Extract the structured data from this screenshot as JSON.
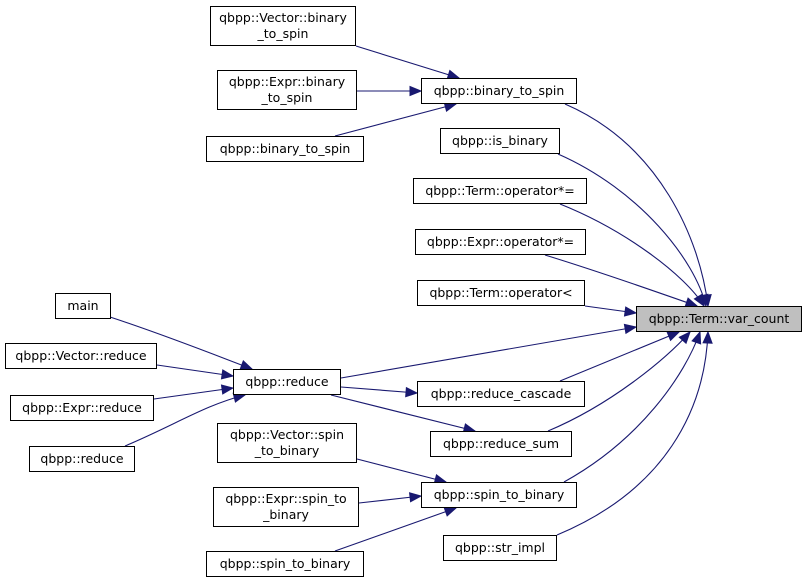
{
  "colors": {
    "edge": "#191970",
    "node_border": "#000000",
    "node_fill": "#ffffff",
    "focus_fill": "#bfbfbf"
  },
  "graph": {
    "focus": "qbpp::Term::var_count",
    "nodes": [
      {
        "id": "var_count",
        "label": "qbpp::Term::var_count",
        "focus": true
      },
      {
        "id": "b2s",
        "label": "qbpp::binary_to_spin"
      },
      {
        "id": "is_binary",
        "label": "qbpp::is_binary"
      },
      {
        "id": "term_mul",
        "label": "qbpp::Term::operator*="
      },
      {
        "id": "expr_mul",
        "label": "qbpp::Expr::operator*="
      },
      {
        "id": "term_lt",
        "label": "qbpp::Term::operator<"
      },
      {
        "id": "reduce",
        "label": "qbpp::reduce"
      },
      {
        "id": "reduce_cascade",
        "label": "qbpp::reduce_cascade"
      },
      {
        "id": "reduce_sum",
        "label": "qbpp::reduce_sum"
      },
      {
        "id": "s2b",
        "label": "qbpp::spin_to_binary"
      },
      {
        "id": "str_impl",
        "label": "qbpp::str_impl"
      },
      {
        "id": "vec_b2s",
        "label": "qbpp::Vector::binary\n_to_spin"
      },
      {
        "id": "expr_b2s",
        "label": "qbpp::Expr::binary\n_to_spin"
      },
      {
        "id": "b2s_free",
        "label": "qbpp::binary_to_spin"
      },
      {
        "id": "main",
        "label": "main"
      },
      {
        "id": "vec_reduce",
        "label": "qbpp::Vector::reduce"
      },
      {
        "id": "expr_reduce",
        "label": "qbpp::Expr::reduce"
      },
      {
        "id": "reduce_free",
        "label": "qbpp::reduce"
      },
      {
        "id": "vec_s2b",
        "label": "qbpp::Vector::spin\n_to_binary"
      },
      {
        "id": "expr_s2b",
        "label": "qbpp::Expr::spin_to\n_binary"
      },
      {
        "id": "s2b_free",
        "label": "qbpp::spin_to_binary"
      }
    ],
    "edges": [
      {
        "from": "b2s",
        "to": "var_count"
      },
      {
        "from": "is_binary",
        "to": "var_count"
      },
      {
        "from": "term_mul",
        "to": "var_count"
      },
      {
        "from": "expr_mul",
        "to": "var_count"
      },
      {
        "from": "term_lt",
        "to": "var_count"
      },
      {
        "from": "reduce",
        "to": "var_count"
      },
      {
        "from": "reduce_cascade",
        "to": "var_count"
      },
      {
        "from": "reduce_sum",
        "to": "var_count"
      },
      {
        "from": "s2b",
        "to": "var_count"
      },
      {
        "from": "str_impl",
        "to": "var_count"
      },
      {
        "from": "vec_b2s",
        "to": "b2s"
      },
      {
        "from": "expr_b2s",
        "to": "b2s"
      },
      {
        "from": "b2s_free",
        "to": "b2s"
      },
      {
        "from": "main",
        "to": "reduce"
      },
      {
        "from": "vec_reduce",
        "to": "reduce"
      },
      {
        "from": "expr_reduce",
        "to": "reduce"
      },
      {
        "from": "reduce_free",
        "to": "reduce"
      },
      {
        "from": "reduce",
        "to": "reduce_cascade"
      },
      {
        "from": "reduce",
        "to": "reduce_sum"
      },
      {
        "from": "vec_s2b",
        "to": "s2b"
      },
      {
        "from": "expr_s2b",
        "to": "s2b"
      },
      {
        "from": "s2b_free",
        "to": "s2b"
      }
    ]
  }
}
